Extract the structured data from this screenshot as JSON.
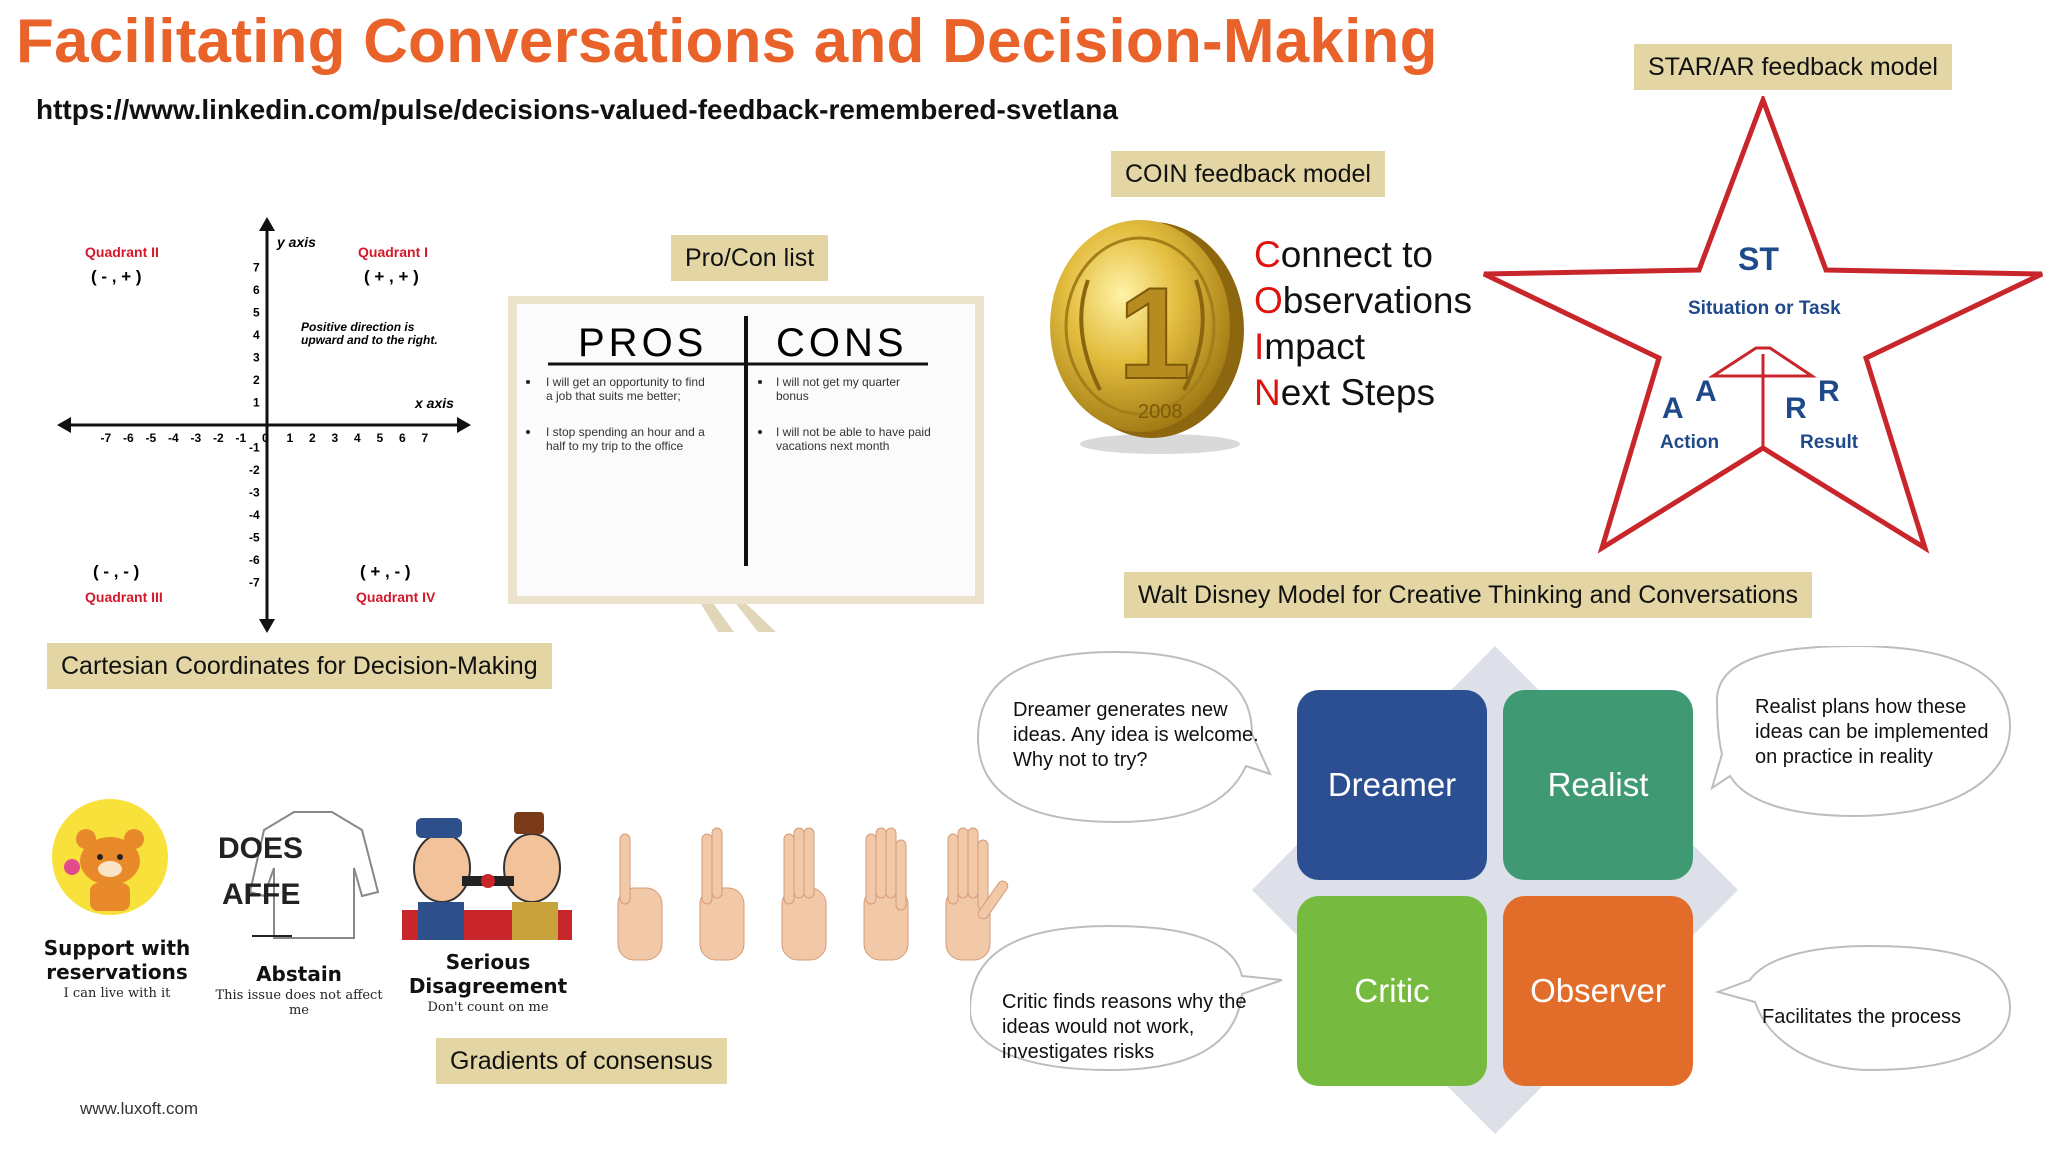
{
  "slide": {
    "title": "Facilitating Conversations and Decision-Making",
    "source_url": "https://www.linkedin.com/pulse/decisions-valued-feedback-remembered-svetlana",
    "footer": "www.luxoft.com"
  },
  "cartesian": {
    "caption": "Cartesian Coordinates for Decision-Making",
    "quadrants": [
      {
        "name": "Quadrant I",
        "signs": "( + , + )"
      },
      {
        "name": "Quadrant II",
        "signs": "( - , + )"
      },
      {
        "name": "Quadrant III",
        "signs": "( - , - )"
      },
      {
        "name": "Quadrant IV",
        "signs": "( + , - )"
      }
    ],
    "y_axis_label": "y axis",
    "x_axis_label": "x axis",
    "note": "Positive direction is upward and to the right.",
    "x_ticks": [
      "-7",
      "-6",
      "-5",
      "-4",
      "-3",
      "-2",
      "-1",
      "0",
      "1",
      "2",
      "3",
      "4",
      "5",
      "6",
      "7"
    ],
    "y_ticks_pos": [
      "7",
      "6",
      "5",
      "4",
      "3",
      "2",
      "1"
    ],
    "y_ticks_neg": [
      "-1",
      "-2",
      "-3",
      "-4",
      "-5",
      "-6",
      "-7"
    ]
  },
  "procon": {
    "caption": "Pro/Con list",
    "pros_header": "PROS",
    "cons_header": "CONS",
    "pros": [
      "I will get an opportunity to find a job that suits me better;",
      "I stop spending an hour and a half to my trip to the office"
    ],
    "cons": [
      "I will not get my quarter bonus",
      "I will not be able to have paid vacations next month"
    ]
  },
  "coin": {
    "caption": "COIN feedback model",
    "coin_number": "1",
    "coin_year": "2008",
    "lines": [
      {
        "initial": "C",
        "rest": "onnect to"
      },
      {
        "initial": "O",
        "rest": "bservations"
      },
      {
        "initial": "I",
        "rest": "mpact"
      },
      {
        "initial": "N",
        "rest": "ext Steps"
      }
    ]
  },
  "star": {
    "caption": "STAR/AR feedback model",
    "top_letters": "ST",
    "top_label": "Situation or Task",
    "left_letters_small": "A",
    "left_letters_big": "A",
    "left_label": "Action",
    "right_letters_small": "R",
    "right_letters_big": "R",
    "right_label": "Result",
    "color": "#c8262b",
    "text_color": "#1f4a8a"
  },
  "disney": {
    "caption": "Walt Disney Model for Creative Thinking and Conversations",
    "boxes": [
      {
        "label": "Dreamer",
        "color": "#2b4f92"
      },
      {
        "label": "Realist",
        "color": "#3f9a73"
      },
      {
        "label": "Critic",
        "color": "#76bb3f"
      },
      {
        "label": "Observer",
        "color": "#e26d2a"
      }
    ],
    "bubbles": {
      "dreamer": "Dreamer generates new ideas. Any idea is welcome. Why not to try?",
      "realist": "Realist plans how these ideas can be implemented on practice in reality",
      "critic": "Critic finds reasons why the ideas would not work, investigates risks",
      "observer": "Facilitates the process"
    }
  },
  "consensus": {
    "caption": "Gradients of consensus",
    "items": [
      {
        "title": "Support with reservations",
        "subtitle": "I can live with it"
      },
      {
        "title": "Abstain",
        "subtitle": "This issue does not affect me",
        "shirt_text_1": "DOES",
        "shirt_text_2": "AFFE"
      },
      {
        "title": "Serious Disagreement",
        "subtitle": "Don't count on me"
      }
    ],
    "fingers": [
      1,
      2,
      3,
      4,
      5
    ]
  }
}
